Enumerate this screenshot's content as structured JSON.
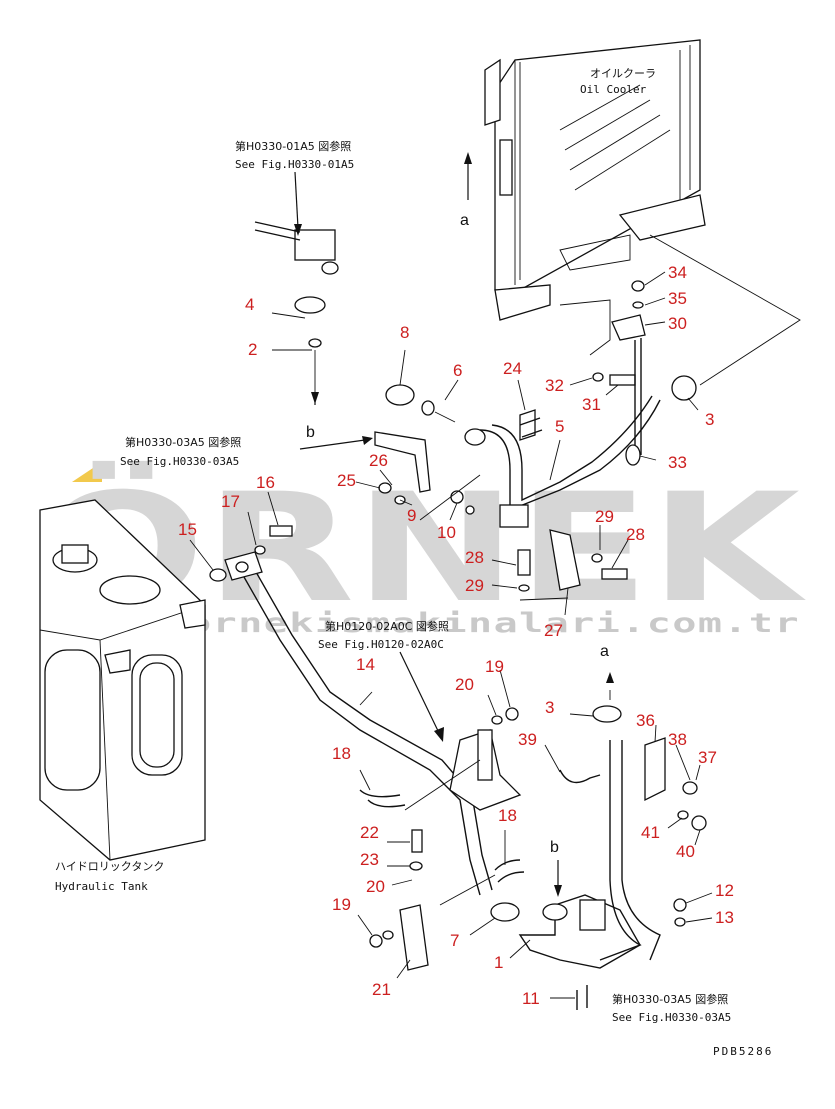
{
  "watermark": {
    "brand": "ÖRNEK",
    "url": "www.ornekismakinalari.com.tr",
    "accent_color": "#f2c94c",
    "text_color": "#d6d6d6"
  },
  "components": {
    "oil_cooler": {
      "label_jp": "オイルクーラ",
      "label_en": "Oil Cooler"
    },
    "hydraulic_tank": {
      "label_jp": "ハイドロリックタンク",
      "label_en": "Hydraulic Tank"
    }
  },
  "references": [
    {
      "jp": "第H0330-01A5 図参照",
      "en": "See Fig.H0330-01A5"
    },
    {
      "jp": "第H0330-03A5 図参照",
      "en": "See Fig.H0330-03A5"
    },
    {
      "jp": "第H0120-02A0C 図参照",
      "en": "See Fig.H0120-02A0C"
    },
    {
      "jp": "第H0330-03A5 図参照",
      "en": "See Fig.H0330-03A5"
    }
  ],
  "view_markers": {
    "a": "a",
    "b": "b"
  },
  "part_numbers": {
    "p1": "1",
    "p2": "2",
    "p3": "3",
    "p3b": "3",
    "p4": "4",
    "p5": "5",
    "p6": "6",
    "p7": "7",
    "p8": "8",
    "p9": "9",
    "p10": "10",
    "p11": "11",
    "p12": "12",
    "p13": "13",
    "p14": "14",
    "p15": "15",
    "p16": "16",
    "p17": "17",
    "p18": "18",
    "p18b": "18",
    "p19": "19",
    "p19b": "19",
    "p20": "20",
    "p20b": "20",
    "p21": "21",
    "p22": "22",
    "p23": "23",
    "p24": "24",
    "p25": "25",
    "p26": "26",
    "p27": "27",
    "p28": "28",
    "p28b": "28",
    "p29": "29",
    "p29b": "29",
    "p30": "30",
    "p31": "31",
    "p32": "32",
    "p33": "33",
    "p34": "34",
    "p35": "35",
    "p36": "36",
    "p37": "37",
    "p38": "38",
    "p39": "39",
    "p40": "40",
    "p41": "41"
  },
  "drawing_code": "PDB5286",
  "colors": {
    "part_number": "#cc1f1f",
    "line": "#111111"
  }
}
